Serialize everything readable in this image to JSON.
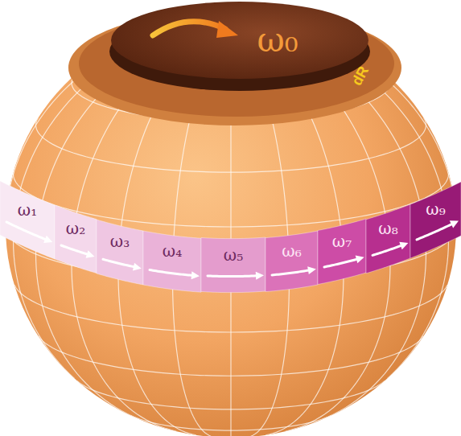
{
  "diagram": {
    "nodes": [
      {
        "text": [
          "ω₀"
        ]
      },
      {
        "text": [
          "ω₁"
        ]
      },
      {
        "text": [
          "ω₂"
        ]
      },
      {
        "text": [
          "ω₃"
        ]
      },
      {
        "text": [
          "ω₄"
        ]
      },
      {
        "text": [
          "ω₅"
        ]
      },
      {
        "text": [
          "ω₆"
        ]
      },
      {
        "text": [
          "ω₇"
        ]
      },
      {
        "text": [
          "ω₈"
        ]
      },
      {
        "text": [
          "ω₉"
        ]
      }
    ],
    "labels": [
      "dR"
    ]
  }
}
